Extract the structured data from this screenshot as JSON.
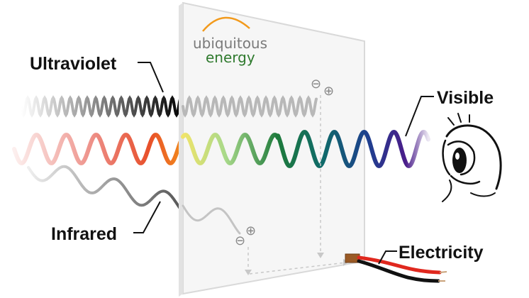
{
  "logo": {
    "line1": "ubiquitous",
    "line2": "energy",
    "colors": {
      "line1": "#7a7a7a",
      "line2": "#2f7a2e",
      "arc": "#f29a1c"
    }
  },
  "labels": {
    "ultraviolet": "Ultraviolet",
    "visible": "Visible",
    "infrared": "Infrared",
    "electricity": "Electricity"
  },
  "terminals": {
    "negative": "⊖",
    "positive": "⊕"
  },
  "icons": {
    "eye": "eye-icon",
    "connector": "connector-block",
    "wires": "red-black-wires"
  },
  "colors": {
    "panel_fill": "#f6f6f6",
    "panel_edge": "#d9d9d9",
    "ultraviolet_wave": "#111111",
    "infrared_wave": "#555555",
    "visible_spectrum": [
      "#e03a2c",
      "#f28a1c",
      "#f0e46a",
      "#d9e88a",
      "#7fc97a",
      "#1e7a3c",
      "#0f6a6a",
      "#1e3f8f",
      "#4a1d8a"
    ],
    "wire_red": "#e0281e",
    "wire_black": "#111111",
    "connector": "#9a5a25",
    "dashed_line": "#c8c8c8"
  }
}
